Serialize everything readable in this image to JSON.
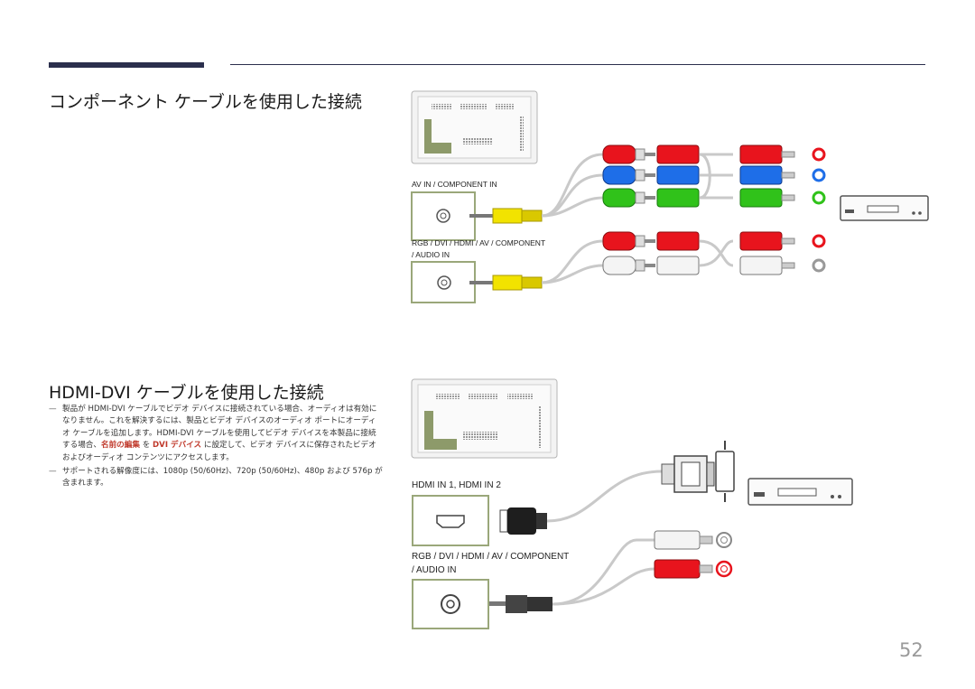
{
  "section1": {
    "title": "コンポーネント ケーブルを使用した接続"
  },
  "section2": {
    "title": "HDMI-DVI ケーブルを使用した接続",
    "note1": {
      "part1": "製品が HDMI-DVI ケーブルでビデオ デバイスに接続されている場合、オーディオは有効になりません。これを解決するには、製品とビデオ デバイスのオーディオ ポートにオーディオ ケーブルを追加します。HDMI-DVI ケーブルを使用してビデオ デバイスを本製品に接続する場合、",
      "hl1": "名前の編集",
      "part2": " を ",
      "hl2": "DVI デバイス",
      "part3": " に設定して、ビデオ デバイスに保存されたビデオおよびオーディオ コンテンツにアクセスします。"
    },
    "note2": "サポートされる解像度には、1080p (50/60Hz)、720p (50/60Hz)、480p および 576p が含まれます。"
  },
  "diagram1": {
    "port1_label": "AV IN / COMPONENT IN",
    "port2_label_line1": "RGB / DVI / HDMI / AV / COMPONENT",
    "port2_label_line2": "/ AUDIO IN"
  },
  "diagram2": {
    "port1_label": "HDMI IN 1, HDMI IN 2",
    "port2_label_line1": "RGB / DVI / HDMI / AV / COMPONENT",
    "port2_label_line2": "/ AUDIO IN"
  },
  "page_number": "52",
  "colors": {
    "accent_bar": "#2b2f4d",
    "highlight": "#c0392b",
    "panel_border": "#9aa77a"
  }
}
